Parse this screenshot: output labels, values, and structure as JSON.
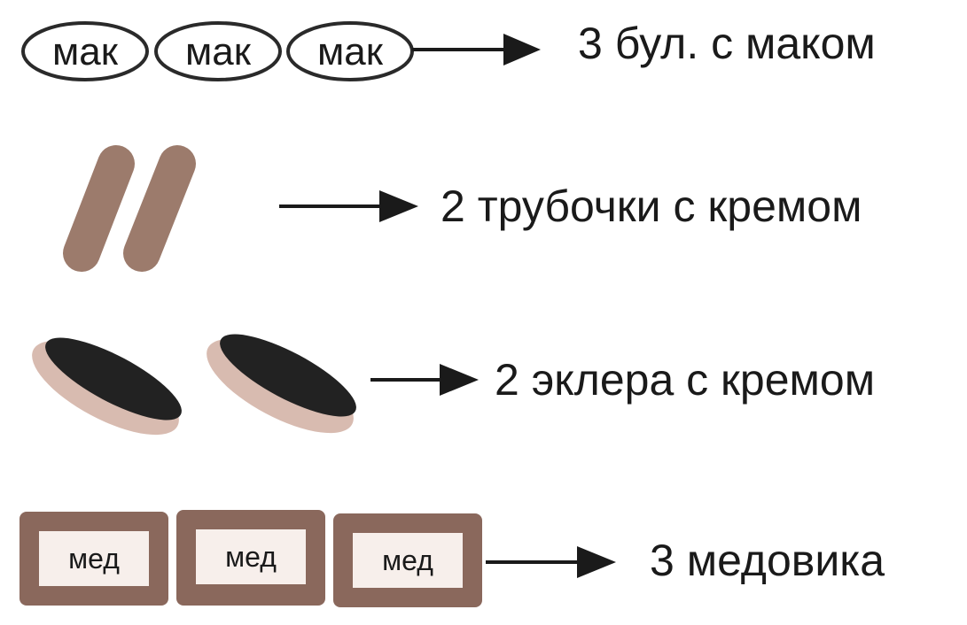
{
  "colors": {
    "ink": "#1a1a1a",
    "tube": "#9c7b6c",
    "eclair_base": "#d8bbb0",
    "eclair_glaze": "#222222",
    "honey_frame": "#8a685c",
    "honey_inner": "#f7efeb"
  },
  "rows": [
    {
      "item": "poppy-buns",
      "count": 3,
      "icon_text": [
        "мак",
        "мак",
        "мак"
      ],
      "label": "3 бул. с маком"
    },
    {
      "item": "cream-tubes",
      "count": 2,
      "label": "2 трубочки с кремом"
    },
    {
      "item": "eclairs",
      "count": 2,
      "label": "2 эклера с кремом"
    },
    {
      "item": "honey-cakes",
      "count": 3,
      "icon_text": [
        "мед",
        "мед",
        "мед"
      ],
      "label": "3 медовика"
    }
  ]
}
